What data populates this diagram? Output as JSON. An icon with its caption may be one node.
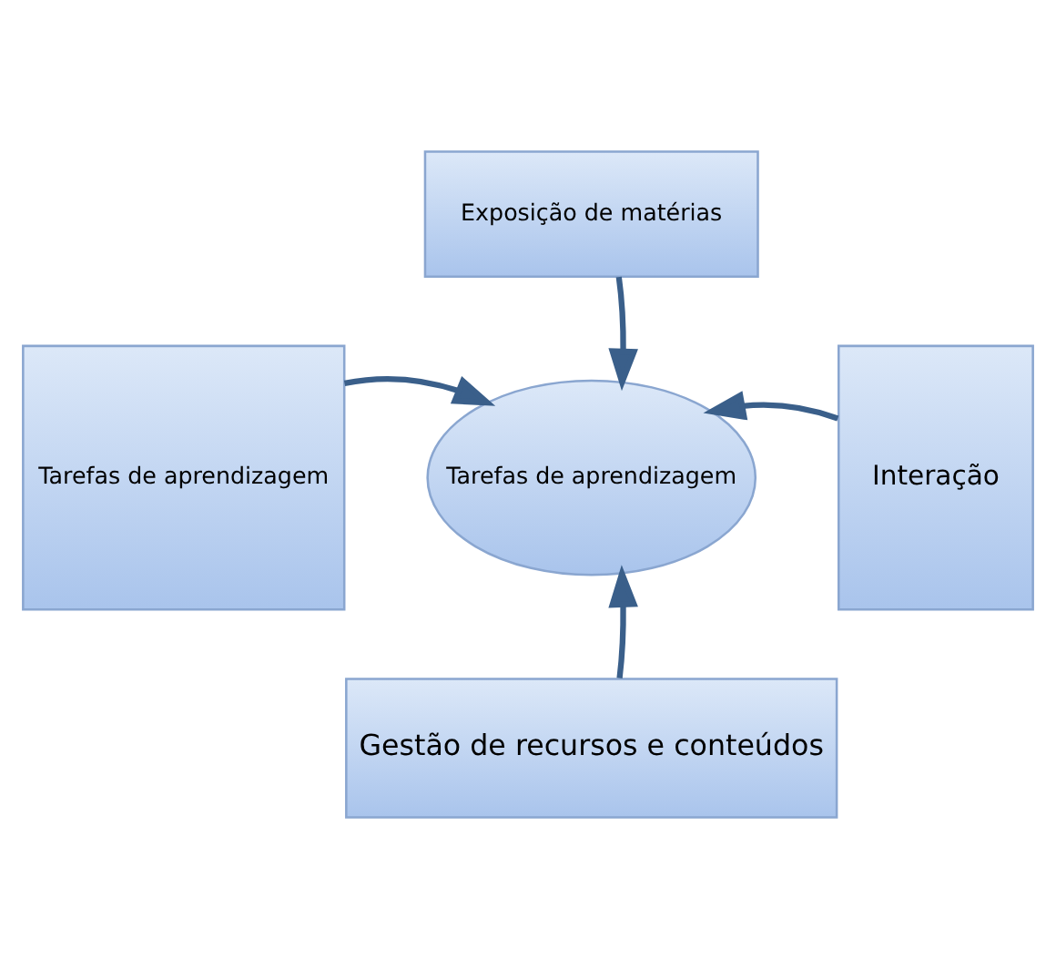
{
  "diagram": {
    "nodes": [
      {
        "text": [
          "Exposição de matérias"
        ]
      },
      {
        "text": [
          "Tarefas de aprendizagem"
        ]
      },
      {
        "text": [
          "Tarefas de aprendizagem"
        ]
      },
      {
        "text": [
          "Interação"
        ]
      },
      {
        "text": [
          "Gestão de recursos e conteúdos"
        ]
      }
    ],
    "edges": [
      {
        "from": 0,
        "to": 2,
        "arrow": "to"
      },
      {
        "from": 1,
        "to": 2,
        "arrow": "to"
      },
      {
        "from": 3,
        "to": 2,
        "arrow": "to"
      },
      {
        "from": 4,
        "to": 2,
        "arrow": "to"
      }
    ]
  }
}
